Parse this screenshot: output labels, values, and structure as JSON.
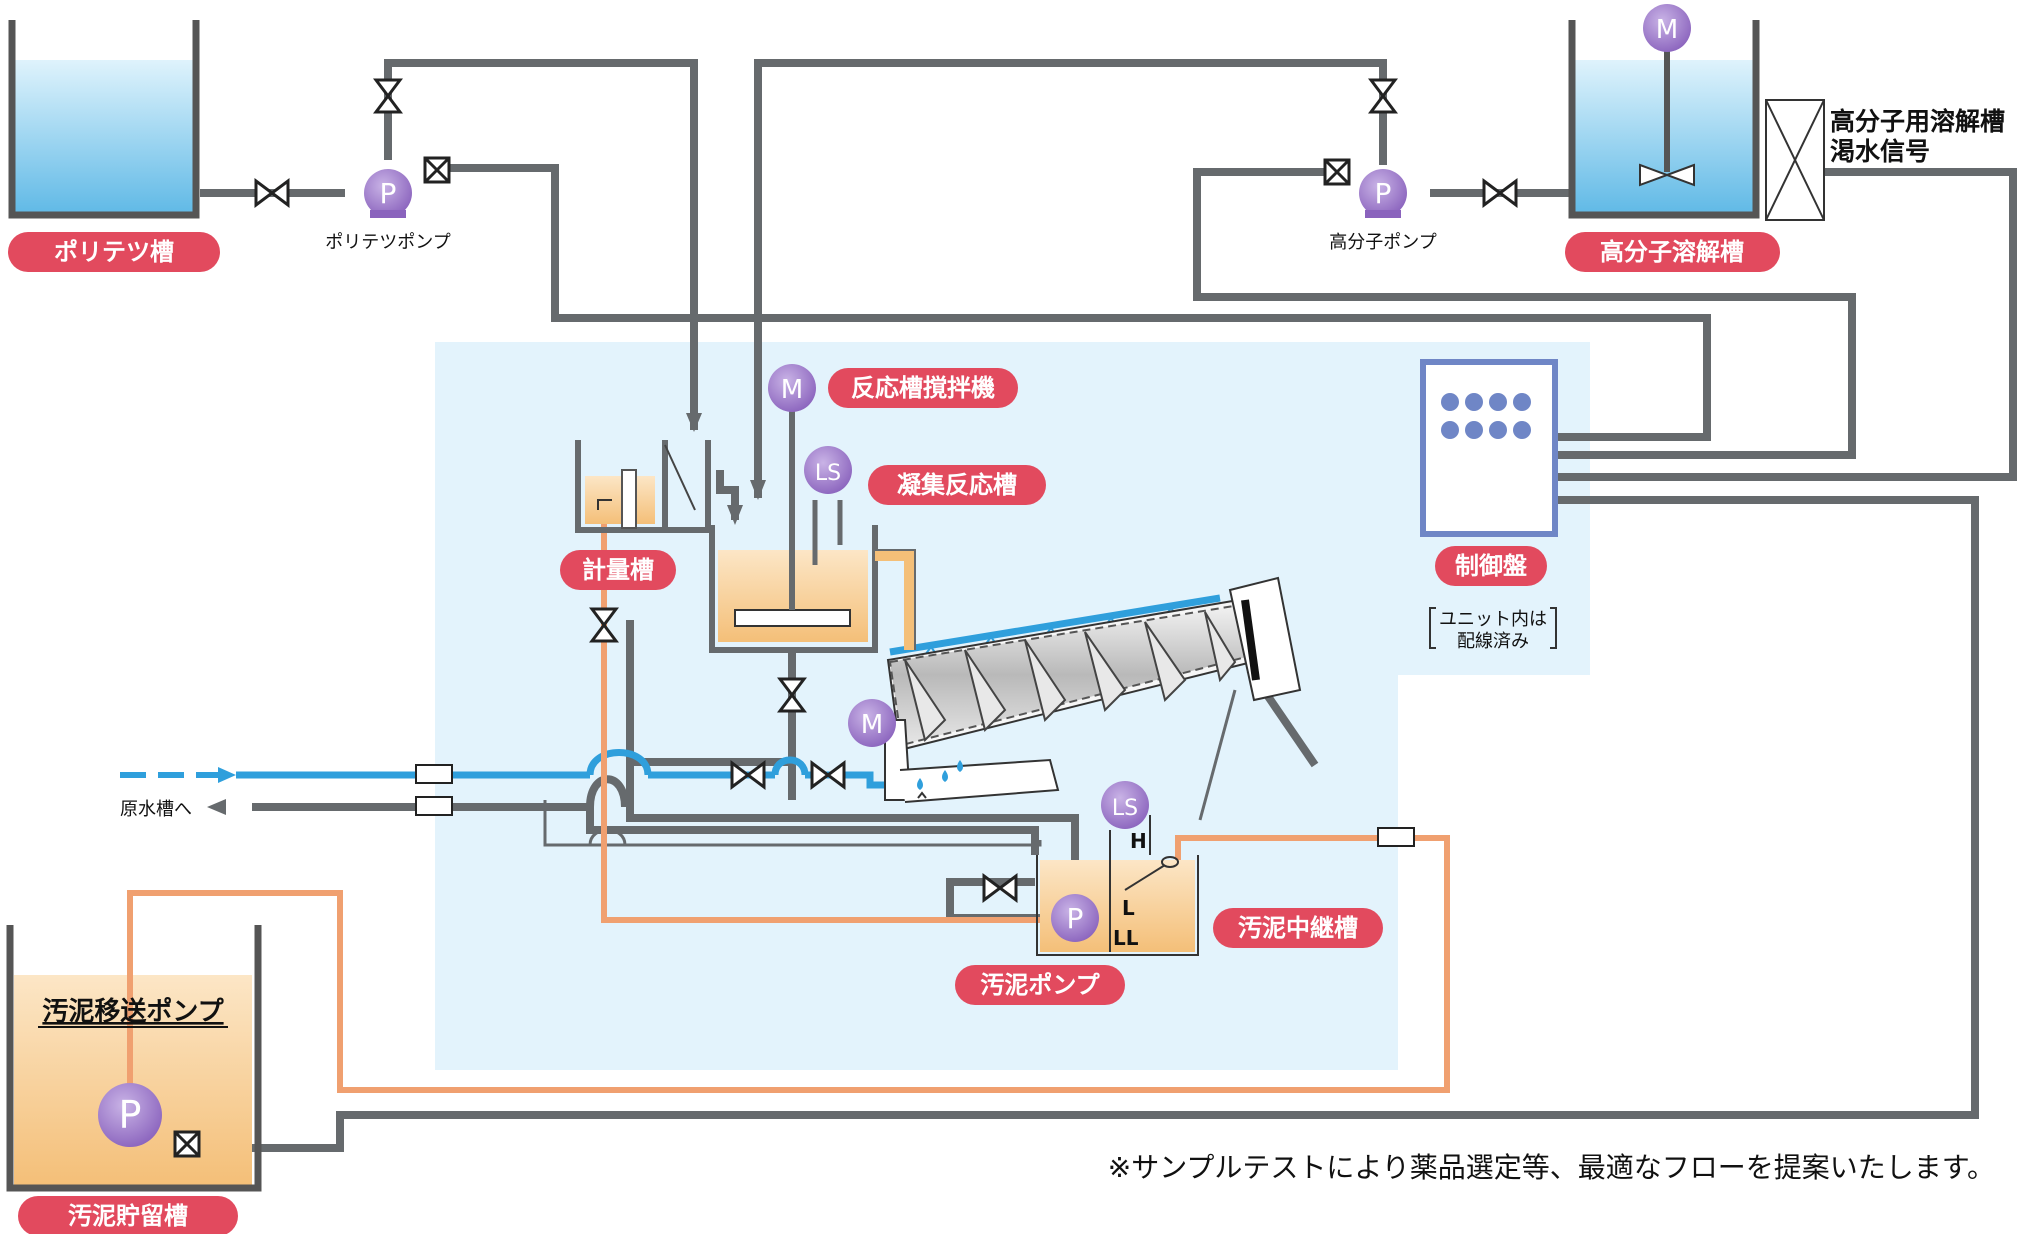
{
  "colors": {
    "pipe_gray": "#666a6d",
    "pipe_blue": "#2f9fdc",
    "pipe_orange": "#f0a070",
    "label_red": "#e24a5e",
    "instrument_purple": "#9b77c7",
    "area_bg": "#e3f3fc",
    "water": "#7fc8ec",
    "sludge": "#f8ce95"
  },
  "labels": {
    "polytetsu_tank": "ポリテツ槽",
    "polytetsu_pump": "ポリテツポンプ",
    "polymer_pump": "高分子ポンプ",
    "polymer_tank": "高分子溶解槽",
    "polymer_signal_line1": "高分子用溶解槽",
    "polymer_signal_line2": "渇水信号",
    "reaction_mixer": "反応槽撹拌機",
    "coagulation_tank": "凝集反応槽",
    "metering_tank": "計量槽",
    "control_panel": "制御盤",
    "unit_note_line1": "ユニット内は",
    "unit_note_line2": "配線済み",
    "raw_water": "原水槽へ",
    "sludge_transfer_pump": "汚泥移送ポンプ",
    "sludge_storage_tank": "汚泥貯留槽",
    "sludge_pump": "汚泥ポンプ",
    "sludge_relay_tank": "汚泥中継槽",
    "footnote": "※サンプルテストにより薬品選定等、最適なフローを提案いたします。"
  },
  "symbols": {
    "motor": "M",
    "pump": "P",
    "level_switch": "LS",
    "level_h": "H",
    "level_l": "L",
    "level_ll": "LL"
  },
  "icons": [
    "motor-icon",
    "pump-icon",
    "level-switch-icon",
    "valve-icon",
    "check-valve-icon",
    "screw-press-icon",
    "control-panel-icon"
  ]
}
